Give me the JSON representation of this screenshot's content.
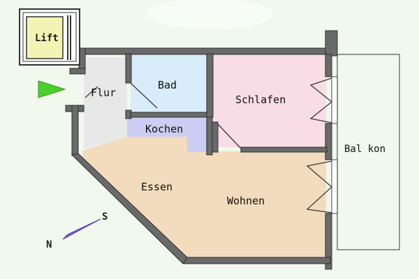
{
  "rooms": {
    "lift": "Lift",
    "flur": "Flur",
    "bad": "Bad",
    "schlafen": "Schlafen",
    "kochen": "Kochen",
    "essen": "Essen",
    "wohnen": "Wohnen",
    "balkon": "Bal kon"
  },
  "compass": {
    "north": "N",
    "south": "S"
  },
  "colors": {
    "background": "#f1f8ee",
    "wall": "#6a6a6a",
    "lift_fill": "#f3f3b4",
    "flur_fill": "#e8e8e8",
    "bad_fill": "#d9ecfa",
    "schlafen_fill": "#f8dde6",
    "kochen_fill": "#cbcdf2",
    "living_fill": "#f2dcbd",
    "balkon_fill": "#f1f8ee",
    "entrance_arrow": "#4ccf2a",
    "compass_needle": "#7d58e0"
  },
  "icons": {
    "entrance": "entrance-arrow-icon",
    "compass": "compass-needle-icon"
  }
}
